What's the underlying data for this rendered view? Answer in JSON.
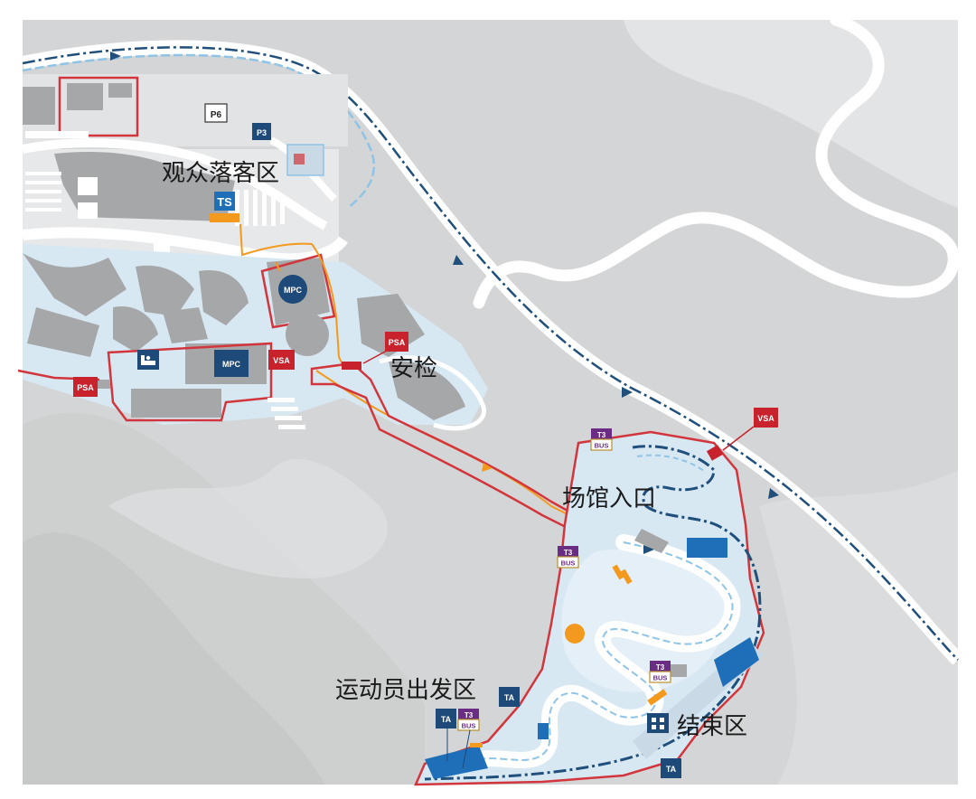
{
  "colors": {
    "background": "#d4d5d6",
    "background_light": "#e3e4e5",
    "venue_fill": "#d7e8f3",
    "building": "#a5a7a9",
    "road": "#ffffff",
    "route_dark": "#1f4f7a",
    "route_light": "#8fc4e6",
    "perimeter_red": "#d2363c",
    "pedestrian_orange": "#f39a1e",
    "badge_navy": "#1d4a78",
    "badge_red": "#c8232c",
    "bus_purple": "#6b2d84",
    "bus_gold": "#b8902f",
    "ts_blue": "#1f6fb8"
  },
  "labels": {
    "spectator_dropoff": "观众落客区",
    "security_check": "安检",
    "venue_entrance": "场馆入口",
    "athlete_start": "运动员出发区",
    "finish_area": "结束区"
  },
  "badges": {
    "p6": "P6",
    "p3": "P3",
    "ts": "TS",
    "mpc_upper": "MPC",
    "mpc_lower": "MPC",
    "psa_left": "PSA",
    "psa_center": "PSA",
    "vsa_center": "VSA",
    "vsa_right": "VSA",
    "ta_start": "TA",
    "ta_start_left": "TA",
    "ta_finish": "TA",
    "t3_top": "T3",
    "t3_mid": "T3",
    "t3_finish": "T3",
    "t3_start": "T3",
    "bus": "BUS"
  },
  "icons": {
    "bed": "bed-icon",
    "dropoff_bar": "dropoff-bar",
    "finish_building": "finish-building-icon"
  }
}
